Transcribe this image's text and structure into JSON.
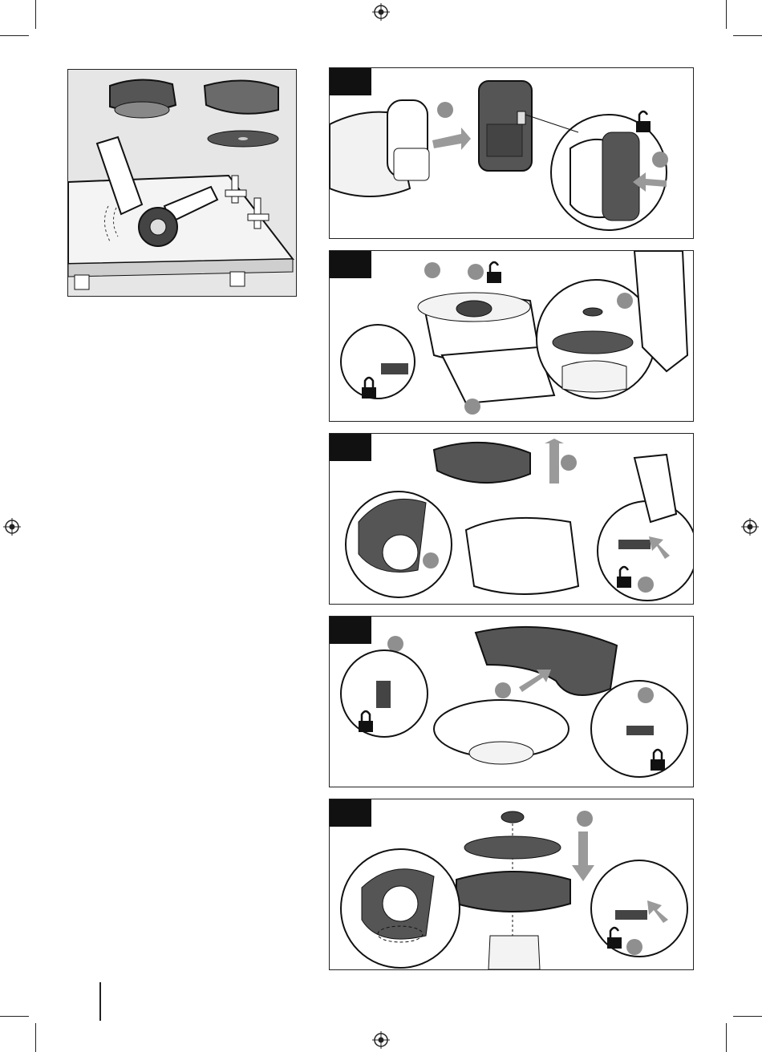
{
  "page": {
    "colors": {
      "ink": "#222222",
      "shade": "#e8e8e8",
      "arrow": "#9a9a9a",
      "step_circle": "#8f8f8f",
      "tag": "#111111"
    }
  },
  "overview": {
    "icon": "grinder-with-guards-illustration"
  },
  "steps": [
    {
      "id": "step-1",
      "markers": 2,
      "icons": [
        "battery-icon",
        "unlock-icon"
      ]
    },
    {
      "id": "step-2",
      "markers": 4,
      "icons": [
        "unlock-icon",
        "lock-icon",
        "wheel-icon"
      ]
    },
    {
      "id": "step-3",
      "markers": 3,
      "icons": [
        "guard-icon",
        "unlock-icon"
      ]
    },
    {
      "id": "step-4",
      "markers": 3,
      "icons": [
        "guard-icon",
        "lock-icon",
        "lock-icon"
      ]
    },
    {
      "id": "step-5",
      "markers": 2,
      "icons": [
        "wheel-icon",
        "unlock-icon"
      ]
    }
  ]
}
